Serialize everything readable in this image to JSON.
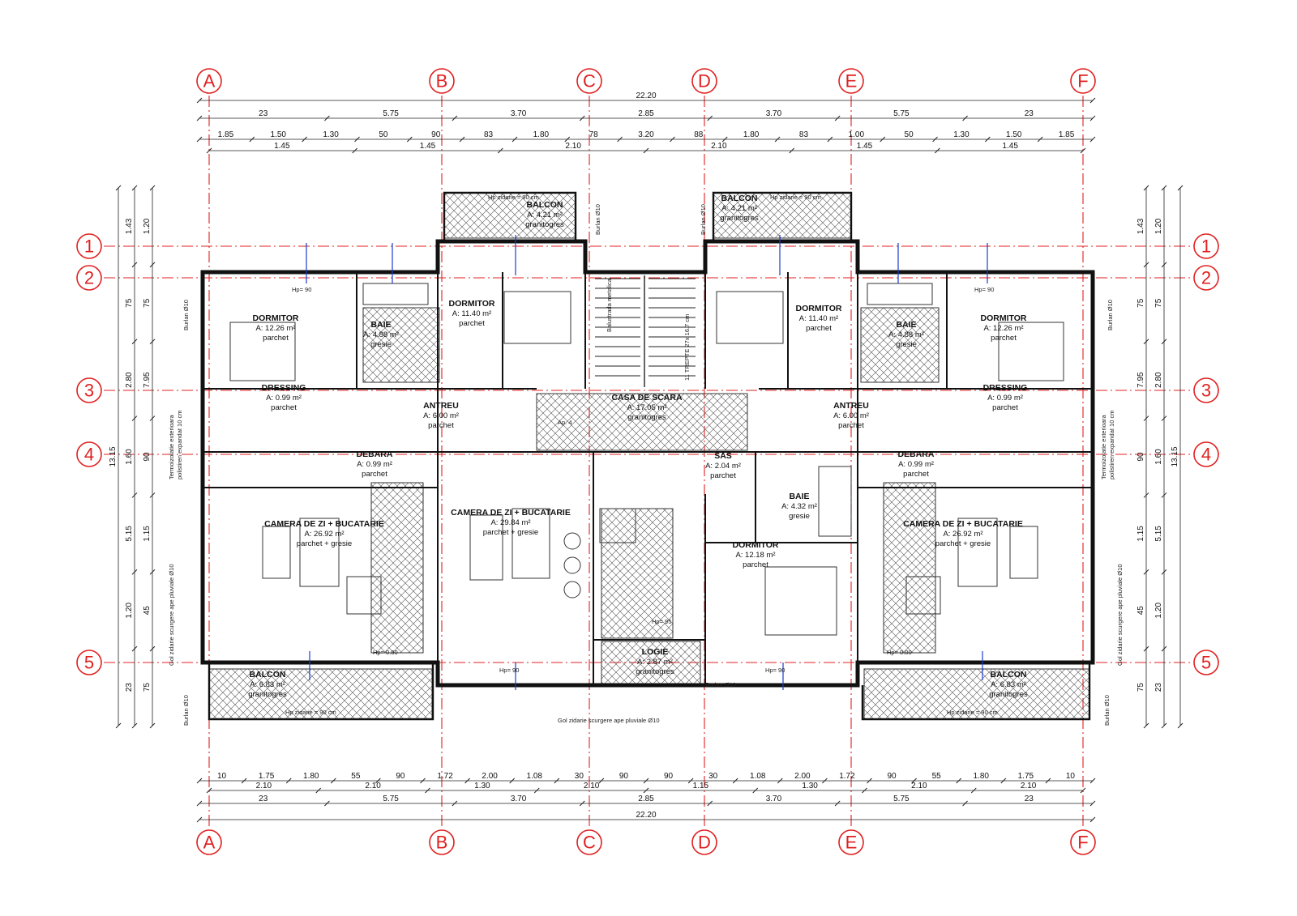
{
  "grid": {
    "columns": [
      "A",
      "B",
      "C",
      "D",
      "E",
      "F"
    ],
    "rows": [
      "1",
      "2",
      "3",
      "4",
      "5"
    ]
  },
  "dimensions": {
    "top_total": "22.20",
    "top_axes": [
      "23",
      "5.75",
      "3.70",
      "2.85",
      "3.70",
      "5.75",
      "23"
    ],
    "top_detail": [
      "1.85",
      "1.50",
      "1.30",
      "50",
      "90",
      "83",
      "1.80",
      "78",
      "3.20",
      "88",
      "1.80",
      "83",
      "1.00",
      "50",
      "1.30",
      "1.50",
      "1.85"
    ],
    "top_detail2": [
      "1.45",
      "1.45",
      "2.10",
      "2.10",
      "1.45",
      "1.45"
    ],
    "bottom_total": "22.20",
    "bottom_axes": [
      "23",
      "5.75",
      "3.70",
      "2.85",
      "3.70",
      "5.75",
      "23"
    ],
    "bottom_detail": [
      "10",
      "1.75",
      "1.80",
      "55",
      "90",
      "1.72",
      "2.00",
      "1.08",
      "30",
      "90",
      "90",
      "30",
      "1.08",
      "2.00",
      "1.72",
      "90",
      "55",
      "1.80",
      "1.75",
      "10"
    ],
    "bottom_detail2": [
      "2.10",
      "2.10",
      "1.30",
      "2.10",
      "1.15",
      "1.30",
      "2.10",
      "2.10"
    ],
    "left_total": "13.15",
    "left_main": [
      "1.43",
      "75",
      "2.80",
      "1.60",
      "5.15",
      "1.20",
      "23"
    ],
    "left_sub": [
      "1.20",
      "75",
      "7.95",
      "90",
      "1.15",
      "45",
      "75"
    ],
    "right_total": "13.15",
    "right_main": [
      "1.20",
      "75",
      "2.80",
      "1.60",
      "5.15",
      "1.20",
      "23"
    ],
    "right_sub": [
      "1.43",
      "75",
      "7.95",
      "90",
      "1.15",
      "45",
      "75"
    ]
  },
  "rooms": [
    {
      "name": "DORMITOR",
      "area": "A: 12.26 m²",
      "floor": "parchet"
    },
    {
      "name": "BAIE",
      "area": "A: 4.88 m²",
      "floor": "gresie"
    },
    {
      "name": "DORMITOR",
      "area": "A: 11.40 m²",
      "floor": "parchet"
    },
    {
      "name": "BALCON",
      "area": "A: 4.21 m²",
      "floor": "granitogres"
    },
    {
      "name": "DRESSING",
      "area": "A: 0.99 m²",
      "floor": "parchet"
    },
    {
      "name": "ANTREU",
      "area": "A: 6.00 m²",
      "floor": "parchet"
    },
    {
      "name": "DEBARA",
      "area": "A: 0.99 m²",
      "floor": "parchet"
    },
    {
      "name": "CAMERA DE ZI + BUCATARIE",
      "area": "A: 26.92 m²",
      "floor": "parchet + gresie"
    },
    {
      "name": "CAMERA DE ZI + BUCATARIE",
      "area": "A: 29.84 m²",
      "floor": "parchet + gresie"
    },
    {
      "name": "BALCON",
      "area": "A: 6.83 m²",
      "floor": "granitogres"
    },
    {
      "name": "CASA DE SCARA",
      "area": "A: 17.05 m²",
      "floor": "granitogres"
    },
    {
      "name": "SAS",
      "area": "A: 2.04 m²",
      "floor": "parchet"
    },
    {
      "name": "LOGIE",
      "area": "A: 2.87 m²",
      "floor": "granitogres"
    },
    {
      "name": "BALCON",
      "area": "A: 4.21 m²",
      "floor": "granitogres"
    },
    {
      "name": "DORMITOR",
      "area": "A: 11.40 m²",
      "floor": "parchet"
    },
    {
      "name": "BAIE",
      "area": "A: 4.88 m²",
      "floor": "gresie"
    },
    {
      "name": "DORMITOR",
      "area": "A: 12.26 m²",
      "floor": "parchet"
    },
    {
      "name": "DRESSING",
      "area": "A: 0.99 m²",
      "floor": "parchet"
    },
    {
      "name": "ANTREU",
      "area": "A: 6.00 m²",
      "floor": "parchet"
    },
    {
      "name": "DEBARA",
      "area": "A: 0.99 m²",
      "floor": "parchet"
    },
    {
      "name": "BAIE",
      "area": "A: 4.32 m²",
      "floor": "gresie"
    },
    {
      "name": "DORMITOR",
      "area": "A: 12.18 m²",
      "floor": "parchet"
    },
    {
      "name": "CAMERA DE ZI + BUCATARIE",
      "area": "A: 26.92 m²",
      "floor": "parchet + gresie"
    },
    {
      "name": "BALCON",
      "area": "A: 6.83 m²",
      "floor": "granitogres"
    }
  ],
  "notes": {
    "burlan": "Burlan Ø10",
    "hp_zidarie": "Hp zidarie = 90 cm",
    "hp90": "Hp= 90",
    "hp95": "Hp= 95",
    "hp000": "Hp= 0.00",
    "termoizolatie_l1": "Termoizolatie exterioara",
    "termoizolatie_l2": "polistiren expandat 10 cm",
    "gol_zidarie": "Gol zidarie scurgere ape pluviale Ø10",
    "trepte": "11 TREPTE 27x 16.7 cm",
    "balustrada": "Balustrada metalica",
    "ap_label": "Ap. 4"
  },
  "colors": {
    "grid": "#e02020",
    "walls": "#111111",
    "window": "#1a3ccc"
  }
}
